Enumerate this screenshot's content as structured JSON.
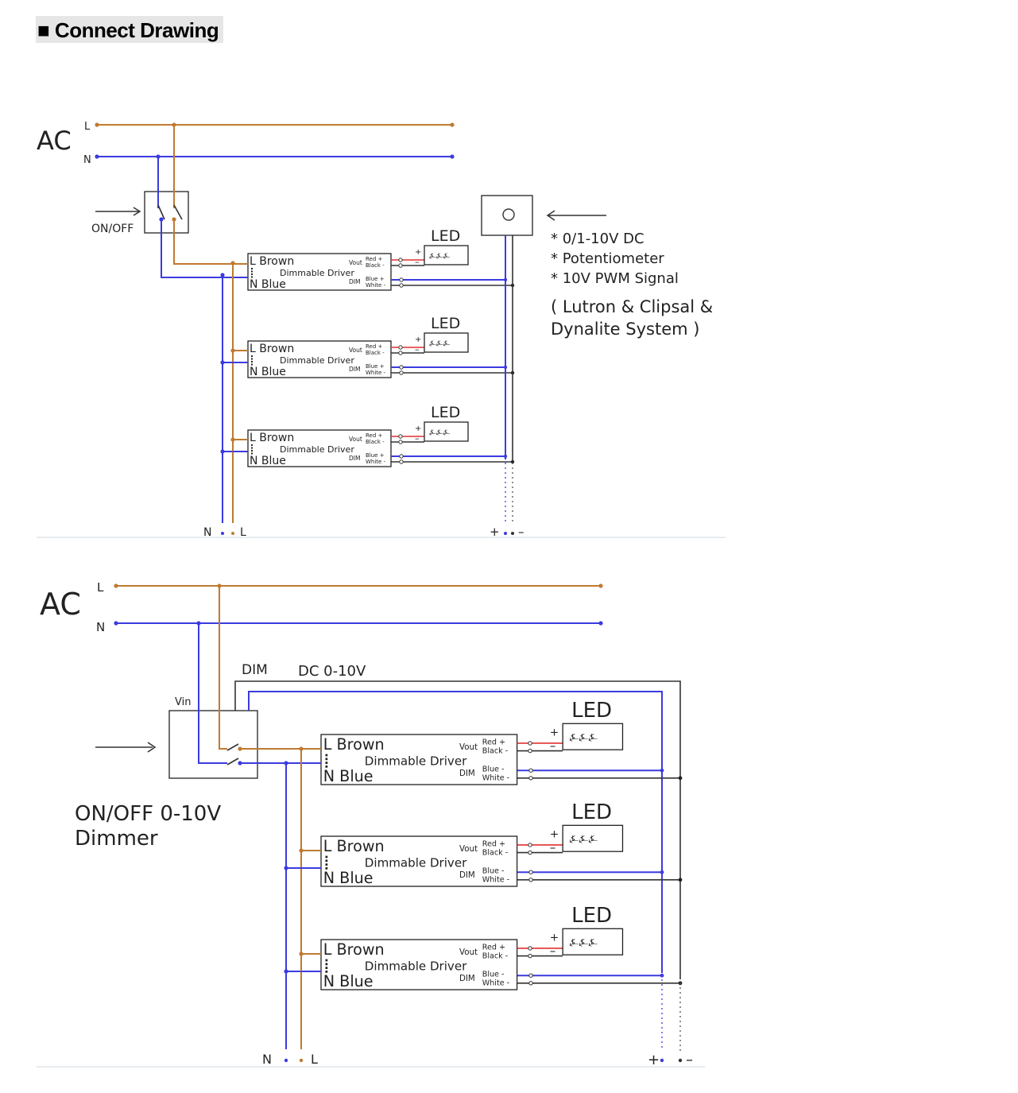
{
  "title": "■ Connect Drawing",
  "wire_colors": {
    "live": "#c07a30",
    "neutral": "#3b3be0",
    "vout_pos": "#e03030",
    "vout_neg": "#333333"
  },
  "diagram1": {
    "ac_label": "AC",
    "l_label": "L",
    "n_label": "N",
    "switch_label": "ON/OFF",
    "led_label": "LED",
    "driver": {
      "l_brown": "L Brown",
      "name": "Dimmable Driver",
      "n_blue": "N Blue",
      "vout": "Vout",
      "red": "Red +",
      "black": "Black -",
      "dim": "DIM",
      "blue": "Blue +",
      "white": "White -"
    },
    "led_plus": "+",
    "led_minus": "–",
    "notes": [
      "* 0/1-10V DC",
      "* Potentiometer",
      "* 10V PWM Signal"
    ],
    "system_lines": [
      "( Lutron &  Clipsal &",
      "Dynalite  System )"
    ],
    "bottom_left_n": "N",
    "bottom_left_l": "L",
    "bottom_right_plus": "+",
    "bottom_right_minus": "–"
  },
  "diagram2": {
    "ac_label": "AC",
    "l_label": "L",
    "n_label": "N",
    "dim_label": "DIM",
    "dc_label": "DC 0-10V",
    "vin_label": "Vin",
    "dimmer_lines": [
      "ON/OFF 0-10V",
      "Dimmer"
    ],
    "led_label": "LED",
    "driver": {
      "l_brown": "L Brown",
      "name": "Dimmable Driver",
      "n_blue": "N Blue",
      "vout": "Vout",
      "red": "Red +",
      "black": "Black -",
      "dim": "DIM",
      "blue": "Blue -",
      "white": "White -"
    },
    "led_plus": "+",
    "led_minus": "–",
    "bottom_left_n": "N",
    "bottom_left_l": "L",
    "bottom_right_plus": "+",
    "bottom_right_minus": "–"
  }
}
